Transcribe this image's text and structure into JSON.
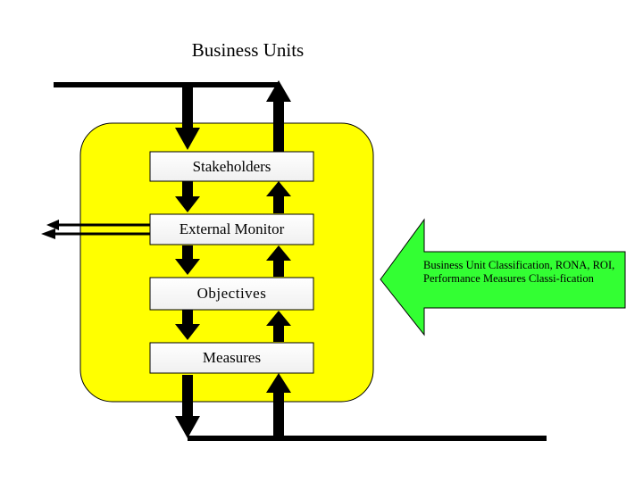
{
  "title": "Business Units",
  "boxes": {
    "stakeholders": "Stakeholders",
    "external_monitor": "External Monitor",
    "objectives": "Objectives",
    "measures": "Measures"
  },
  "input_note": "Business Unit Classification, RONA, ROI, Performance Measures Classi-fication",
  "colors": {
    "panel": "#ffff00",
    "input_arrow": "#33ff33",
    "box_fill": "#ffffff",
    "stroke": "#000000"
  }
}
